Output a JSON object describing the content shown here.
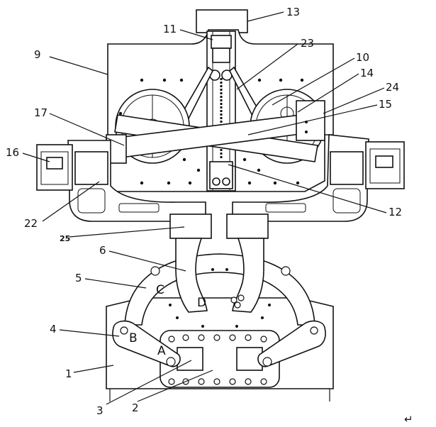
{
  "figure": {
    "labels": {
      "l1": "1",
      "l2": "2",
      "l3": "3",
      "l4": "4",
      "l5": "5",
      "l6": "6",
      "l9": "9",
      "l10": "10",
      "l11": "11",
      "l12": "12",
      "l13": "13",
      "l14": "14",
      "l15": "15",
      "l16": "16",
      "l17": "17",
      "l22": "22",
      "l23": "23",
      "l24": "24",
      "l25": "25"
    },
    "letters": {
      "a": "A",
      "b": "B",
      "c": "C",
      "d": "D"
    },
    "corner_mark": "↵"
  }
}
